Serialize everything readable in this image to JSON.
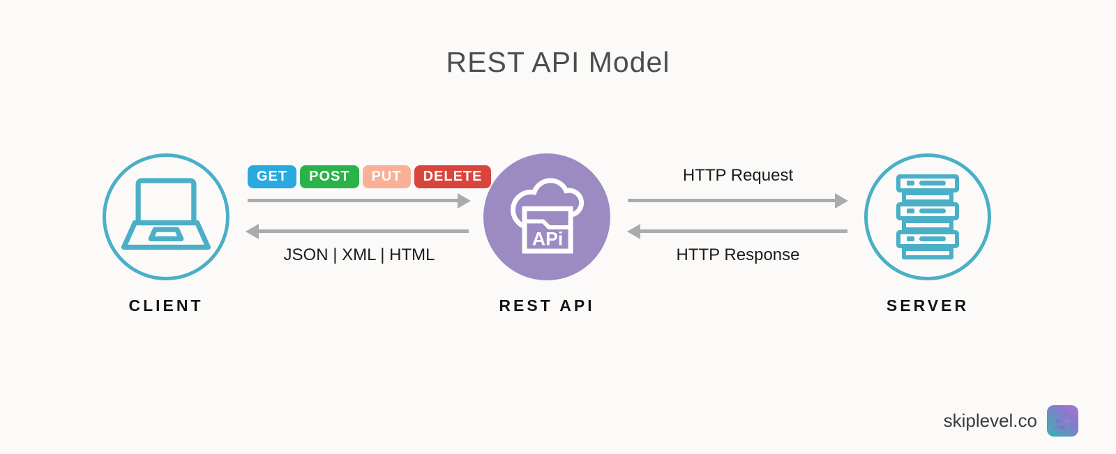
{
  "title": "REST API Model",
  "nodes": {
    "client": {
      "label": "CLIENT",
      "icon": "laptop-icon"
    },
    "api": {
      "label": "REST API",
      "icon": "cloud-api-icon",
      "icon_text": "APi"
    },
    "server": {
      "label": "SERVER",
      "icon": "server-stack-icon"
    }
  },
  "methods": [
    {
      "label": "GET",
      "color": "#29A9E0"
    },
    {
      "label": "POST",
      "color": "#2BB34B"
    },
    {
      "label": "PUT",
      "color": "#F9B096"
    },
    {
      "label": "DELETE",
      "color": "#D9453C"
    }
  ],
  "flows": {
    "api_to_client": {
      "label": "JSON | XML | HTML"
    },
    "api_to_server": {
      "label": "HTTP Request"
    },
    "server_to_api": {
      "label": "HTTP Response"
    }
  },
  "footer": {
    "brand": "skiplevel.co"
  },
  "colors": {
    "teal": "#4AAFC7",
    "purple": "#9C8BC3",
    "arrow": "#ABABAB",
    "title": "#4D4D4D",
    "label": "#141414",
    "background": "#FBFAF8"
  }
}
